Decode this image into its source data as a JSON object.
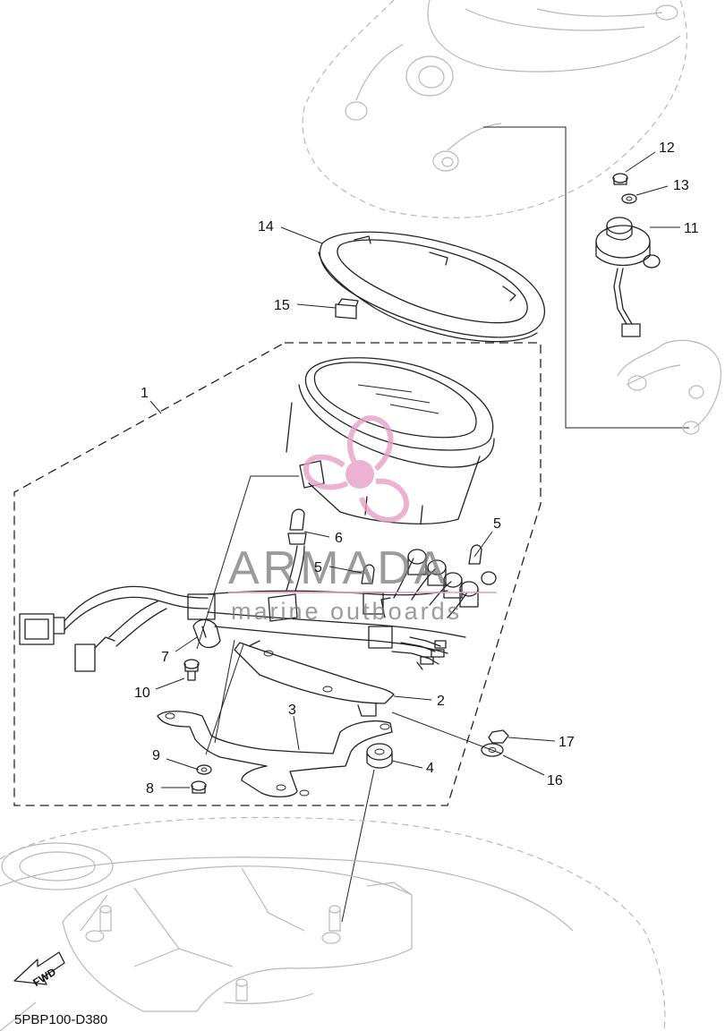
{
  "diagram": {
    "code": "5PBP100-D380",
    "watermark": {
      "brand": "ARMADA",
      "tagline": "marine outboards",
      "color": "#e7a0c8"
    },
    "fwd_label": "FWD",
    "callouts": {
      "c1": "1",
      "c2": "2",
      "c3": "3",
      "c4": "4",
      "c5a": "5",
      "c5b": "5",
      "c6": "6",
      "c7": "7",
      "c8": "8",
      "c9": "9",
      "c10": "10",
      "c11": "11",
      "c12": "12",
      "c13": "13",
      "c14": "14",
      "c15": "15",
      "c16": "16",
      "c17": "17"
    }
  }
}
